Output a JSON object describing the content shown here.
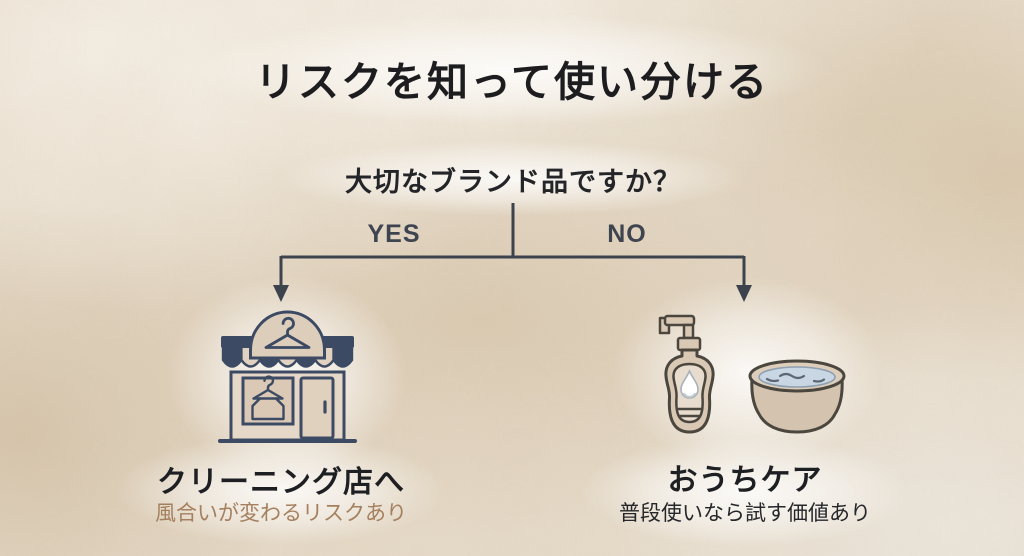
{
  "title": "リスクを知って使い分ける",
  "question": "大切なブランド品ですか？",
  "branches": {
    "yes": {
      "label": "YES",
      "destination": "クリーニング店へ",
      "note": "風合いが変わるリスクあり",
      "icon": "cleaning-shop-icon"
    },
    "no": {
      "label": "NO",
      "destination": "おうちケア",
      "note": "普段使いなら試す価値あり",
      "icon": "home-care-icon"
    }
  },
  "colors": {
    "background_beige": "#e8ddcc",
    "connector_dark": "#3d434d",
    "title_text": "#1d1d1f",
    "yes_note_brown": "#a5805f",
    "icon_navy": "#3c4a63",
    "icon_beige": "#e0d1c0",
    "icon_outline_brown": "#4b463e",
    "water_blue": "#c9d7e4"
  }
}
